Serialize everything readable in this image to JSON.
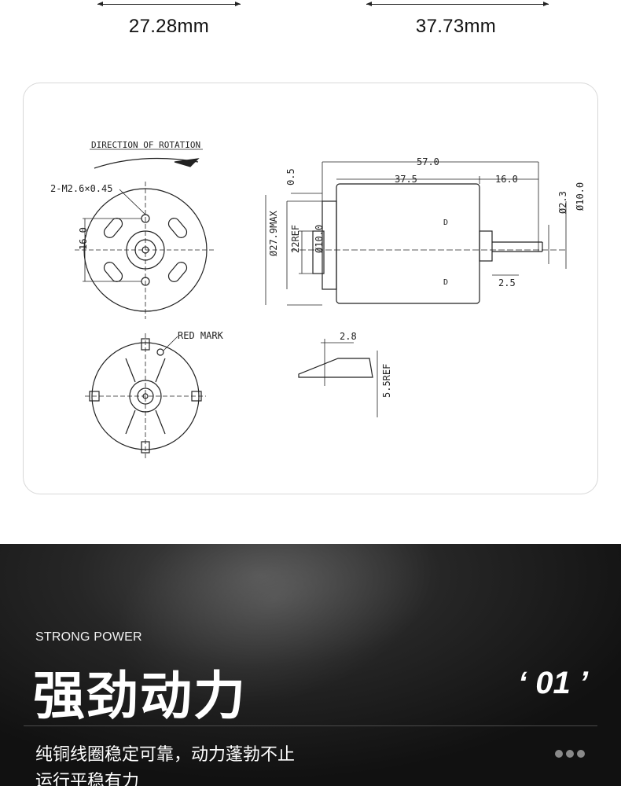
{
  "dimensions": {
    "left_label": "27.28mm",
    "right_label": "37.73mm"
  },
  "drawing": {
    "direction_label": "DIRECTION OF ROTATION",
    "screw_label": "2-M2.6×0.45",
    "red_mark_label": "RED MARK",
    "dim_16": "16.0",
    "dim_57": "57.0",
    "dim_37_5": "37.5",
    "dim_16_right": "16.0",
    "dim_0_5": "0.5",
    "dim_27_9": "Ø27.9MAX",
    "dim_22ref": "22REF",
    "dim_d10_left": "Ø10.0",
    "dim_d2_3": "Ø2.3",
    "dim_d10_right": "Ø10.0",
    "dim_2_5": "2.5",
    "dim_2_8": "2.8",
    "dim_5_5ref": "5.5REF",
    "terminal_d": "D"
  },
  "feature": {
    "eyebrow": "STRONG POWER",
    "title": "强劲动力",
    "number": "‘ 01 ’",
    "description_line1": "纯铜线圈稳定可靠，动力蓬勃不止",
    "description_line2": "运行平稳有力"
  },
  "colors": {
    "dark_bg": "#111111",
    "accent_text": "#ffffff",
    "line": "#222222"
  }
}
